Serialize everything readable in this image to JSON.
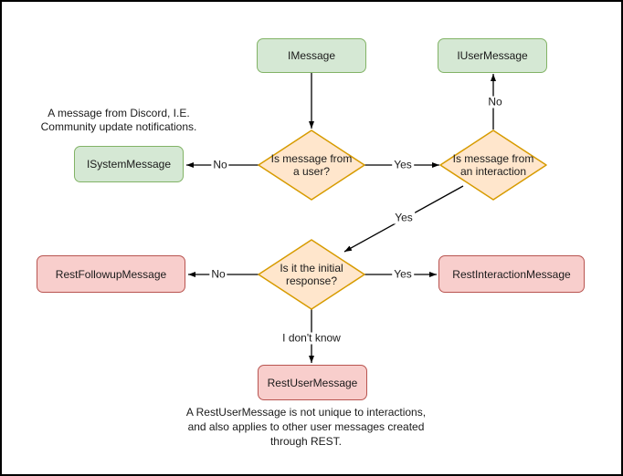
{
  "diagram": {
    "type": "flowchart",
    "background": "#ffffff",
    "border_color": "#000000"
  },
  "colors": {
    "interface_fill": "#d5e8d4",
    "interface_stroke": "#82b366",
    "decision_fill": "#ffe6cc",
    "decision_stroke": "#d79b00",
    "rest_fill": "#f8cecc",
    "rest_stroke": "#b85450",
    "edge": "#000000"
  },
  "nodes": {
    "imessage": {
      "label": "IMessage",
      "color": "green"
    },
    "iusermessage": {
      "label": "IUserMessage",
      "color": "green"
    },
    "isystemmessage": {
      "label": "ISystemMessage",
      "color": "green"
    },
    "restfollowupmessage": {
      "label": "RestFollowupMessage",
      "color": "red"
    },
    "restinteractionmessage": {
      "label": "RestInteractionMessage",
      "color": "red"
    },
    "restusermessage": {
      "label": "RestUserMessage",
      "color": "red"
    }
  },
  "decisions": {
    "is_from_user": {
      "label": "Is message from a user?"
    },
    "is_from_interaction": {
      "label": "Is message from an interaction"
    },
    "is_initial_response": {
      "label": "Is it the initial response?"
    }
  },
  "edges": [
    {
      "from": "IMessage",
      "to": "Is message from a user?",
      "label": ""
    },
    {
      "from": "Is message from a user?",
      "to": "ISystemMessage",
      "label": "No"
    },
    {
      "from": "Is message from a user?",
      "to": "Is message from an interaction",
      "label": "Yes"
    },
    {
      "from": "Is message from an interaction",
      "to": "IUserMessage",
      "label": "No"
    },
    {
      "from": "Is message from an interaction",
      "to": "Is it the initial response?",
      "label": "Yes"
    },
    {
      "from": "Is it the initial response?",
      "to": "RestFollowupMessage",
      "label": "No"
    },
    {
      "from": "Is it the initial response?",
      "to": "RestInteractionMessage",
      "label": "Yes"
    },
    {
      "from": "Is it the initial response?",
      "to": "RestUserMessage",
      "label": "I don't know"
    }
  ],
  "annotations": {
    "system_message_note": {
      "lines": [
        "A message from Discord, I.E.",
        "Community update notifications."
      ]
    },
    "rest_user_message_note": {
      "lines": [
        "A RestUserMessage is not unique to interactions,",
        "and also applies to other user messages created",
        "through REST."
      ]
    }
  }
}
